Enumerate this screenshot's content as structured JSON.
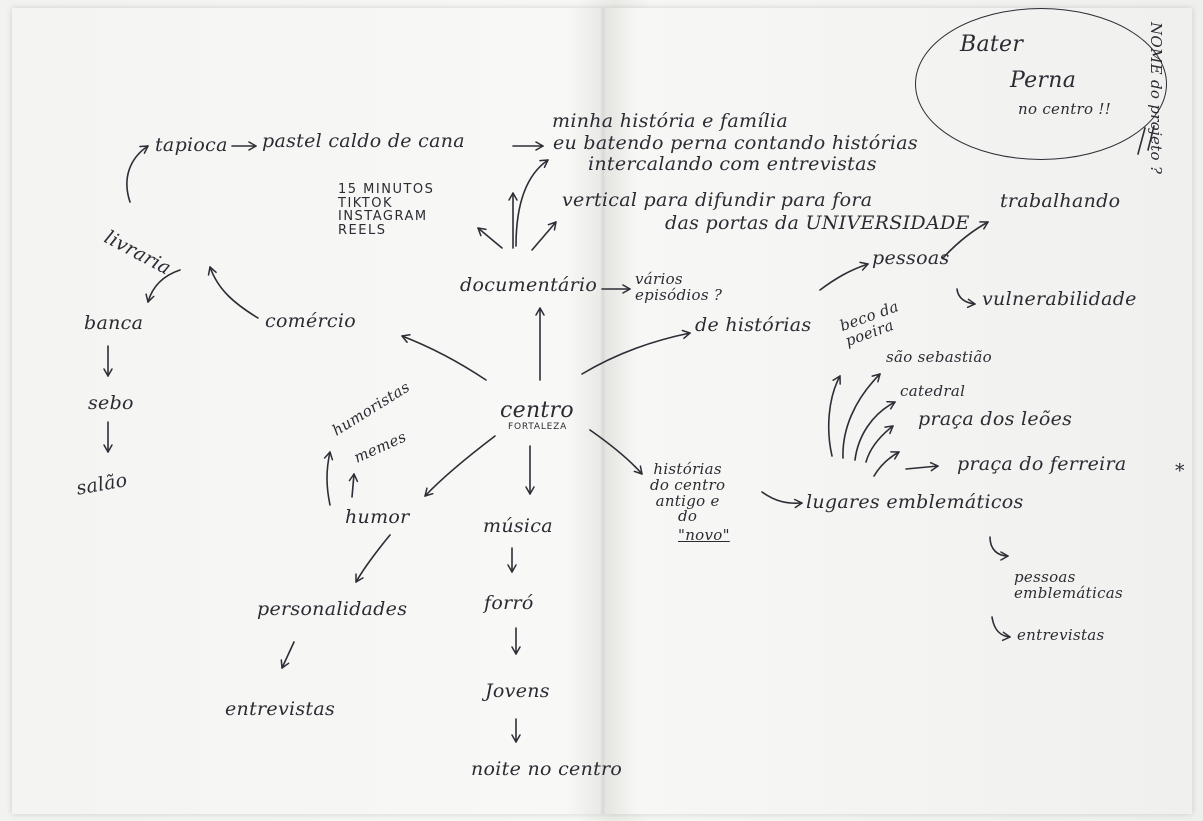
{
  "corner_note": "NOME do projeto ?",
  "title": {
    "line1": "Bater",
    "line2": "Perna",
    "line3": "no centro !!"
  },
  "center": {
    "label": "centro",
    "sub": "FORTALEZA"
  },
  "nodes": {
    "minha_historia": "minha história e família",
    "pastel": "pastel caldo de cana",
    "tapioca": "tapioca",
    "batendo_perna": "eu batendo perna contando histórias",
    "intercalando": "intercalando com entrevistas",
    "formatos": "15 MINUTOS\nTIKTOK\nINSTAGRAM\nREELS",
    "vertical": "vertical para difundir para fora",
    "portas": "das portas da UNIVERSIDADE",
    "trabalhando": "trabalhando",
    "livraria": "livraria",
    "banca": "banca",
    "comercio": "comércio",
    "documentario": "documentário",
    "varios": "vários\nepisódios ?",
    "pessoas": "pessoas",
    "vulnerabilidade": "vulnerabilidade",
    "de_historias": "de histórias",
    "sebo": "sebo",
    "salao": "salão",
    "beco": "beco da\npoeira",
    "sao_sebastiao": "são sebastião",
    "catedral": "catedral",
    "praca_leoes": "praça dos leões",
    "humoristas": "humoristas",
    "memes": "memes",
    "praca_ferreira": "praça do ferreira",
    "asterisk": "*",
    "historias_centro": "histórias\ndo centro\nantigo e\ndo",
    "novo": "\"novo\"",
    "humor": "humor",
    "musica": "música",
    "lugares": "lugares emblemáticos",
    "pessoas_emblematicas": "pessoas\nemblemáticas",
    "personalidades": "personalidades",
    "forro": "forró",
    "entrevistas_left": "entrevistas",
    "entrevistas_right": "entrevistas",
    "jovens": "Jovens",
    "noite": "noite no centro"
  }
}
